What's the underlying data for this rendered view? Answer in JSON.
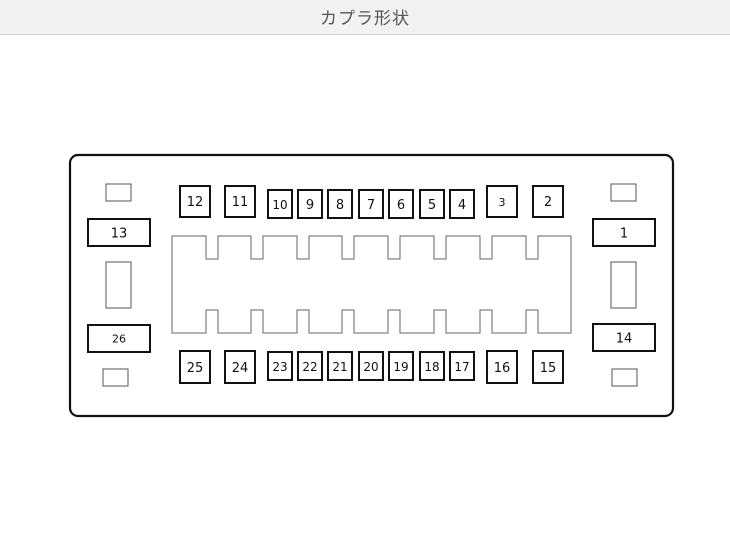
{
  "window": {
    "title": "カプラ形状"
  },
  "connector": {
    "pins": [
      {
        "id": "1",
        "label": "1"
      },
      {
        "id": "2",
        "label": "2"
      },
      {
        "id": "3",
        "label": "3"
      },
      {
        "id": "4",
        "label": "4"
      },
      {
        "id": "5",
        "label": "5"
      },
      {
        "id": "6",
        "label": "6"
      },
      {
        "id": "7",
        "label": "7"
      },
      {
        "id": "8",
        "label": "8"
      },
      {
        "id": "9",
        "label": "9"
      },
      {
        "id": "10",
        "label": "10"
      },
      {
        "id": "11",
        "label": "11"
      },
      {
        "id": "12",
        "label": "12"
      },
      {
        "id": "13",
        "label": "13"
      },
      {
        "id": "14",
        "label": "14"
      },
      {
        "id": "15",
        "label": "15"
      },
      {
        "id": "16",
        "label": "16"
      },
      {
        "id": "17",
        "label": "17"
      },
      {
        "id": "18",
        "label": "18"
      },
      {
        "id": "19",
        "label": "19"
      },
      {
        "id": "20",
        "label": "20"
      },
      {
        "id": "21",
        "label": "21"
      },
      {
        "id": "22",
        "label": "22"
      },
      {
        "id": "23",
        "label": "23"
      },
      {
        "id": "24",
        "label": "24"
      },
      {
        "id": "25",
        "label": "25"
      },
      {
        "id": "26",
        "label": "26"
      }
    ]
  }
}
